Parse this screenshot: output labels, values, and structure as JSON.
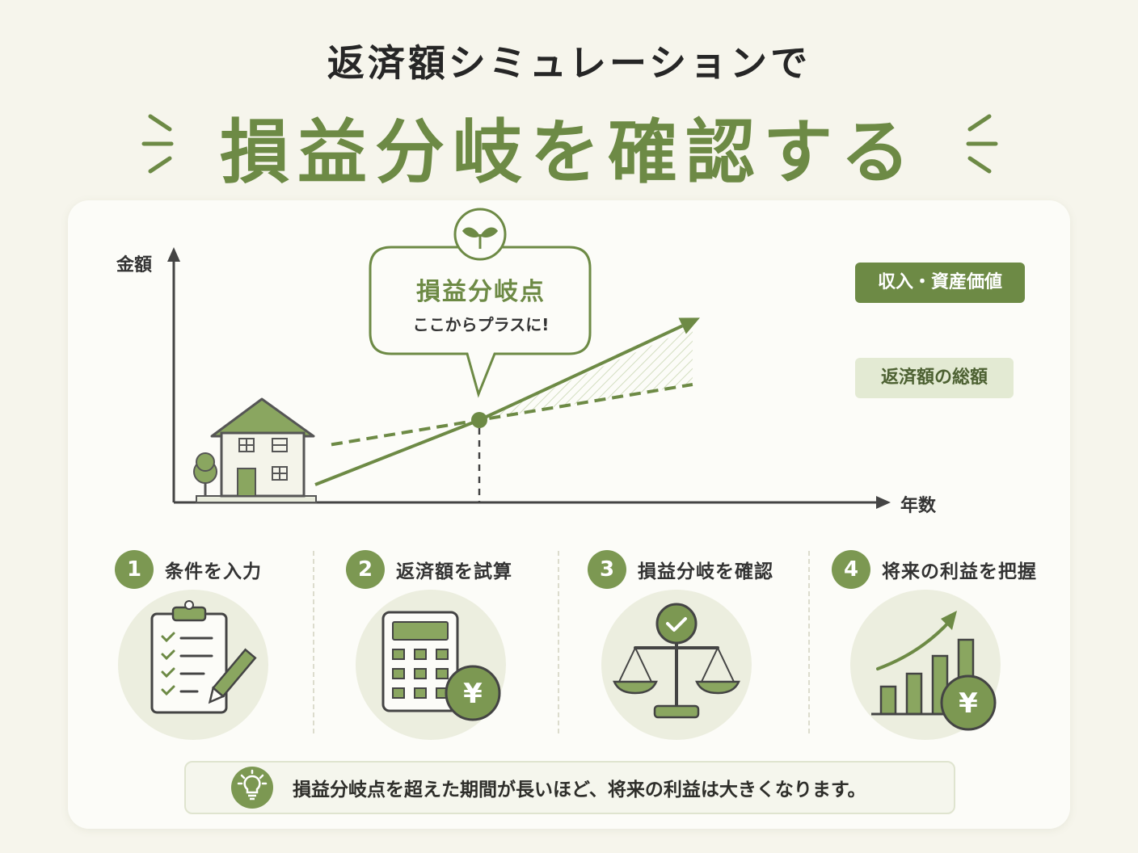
{
  "header": {
    "line1": "返済額シミュレーションで",
    "line2": "損益分岐を確認する"
  },
  "chart": {
    "y_axis_label": "金額",
    "x_axis_label": "年数",
    "income_label": "収入・資産価値",
    "repayment_label": "返済額の総額",
    "callout_title": "損益分岐点",
    "callout_subtitle": "ここからプラスに!",
    "callout_icon": "sprout-icon",
    "house_icon": "house-icon",
    "tree_icon": "tree-icon"
  },
  "chart_data": {
    "type": "line",
    "series": [
      {
        "name": "収入・資産価値",
        "style": "solid",
        "color": "#6d8a45",
        "points": [
          [
            0,
            0
          ],
          [
            1,
            1
          ],
          [
            2.3,
            2.53
          ]
        ]
      },
      {
        "name": "返済額の総額",
        "style": "dashed",
        "color": "#6d8a45",
        "points": [
          [
            0,
            0.62
          ],
          [
            1,
            1
          ],
          [
            2.3,
            1.55
          ]
        ]
      }
    ],
    "break_even_point": {
      "label": "損益分岐点",
      "x": 1,
      "y": 1
    },
    "xlabel": "年数",
    "ylabel": "金額",
    "legend": "right"
  },
  "steps": [
    {
      "num": "1",
      "label": "条件を入力",
      "icon": "clipboard-checklist-icon"
    },
    {
      "num": "2",
      "label": "返済額を試算",
      "icon": "calculator-yen-icon"
    },
    {
      "num": "3",
      "label": "損益分岐を確認",
      "icon": "balance-scale-icon"
    },
    {
      "num": "4",
      "label": "将来の利益を把握",
      "icon": "growth-chart-yen-icon"
    }
  ],
  "tip": {
    "icon": "lightbulb-icon",
    "text": "損益分岐点を超えた期間が長いほど、将来の利益は大きくなります。"
  },
  "colors": {
    "accent": "#6d8a45",
    "accent_light": "#e3ead3",
    "background": "#f6f5ec",
    "card": "#fcfcf8"
  }
}
